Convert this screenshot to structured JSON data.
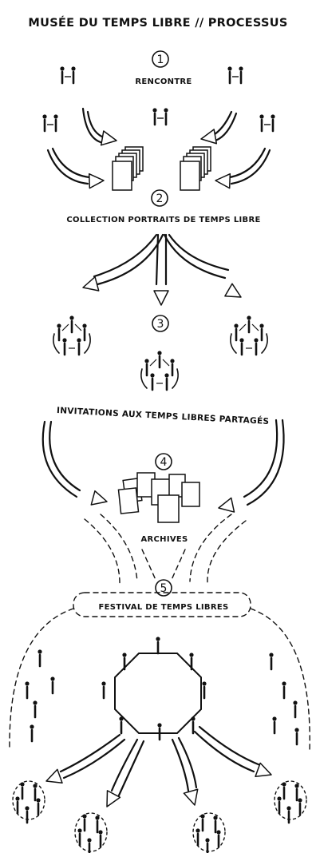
{
  "title": "MUSÉE DU TEMPS LIBRE // PROCESSUS",
  "steps": [
    {
      "number": "1",
      "label": "RENCONTRE"
    },
    {
      "number": "2",
      "label": "COLLECTION PORTRAITS DE TEMPS LIBRE"
    },
    {
      "number": "3",
      "label": "INVITATIONS AUX TEMPS LIBRES PARTAGÉS"
    },
    {
      "number": "4",
      "label": "ARCHIVES"
    },
    {
      "number": "5",
      "label": "FESTIVAL DE TEMPS LIBRES"
    }
  ]
}
